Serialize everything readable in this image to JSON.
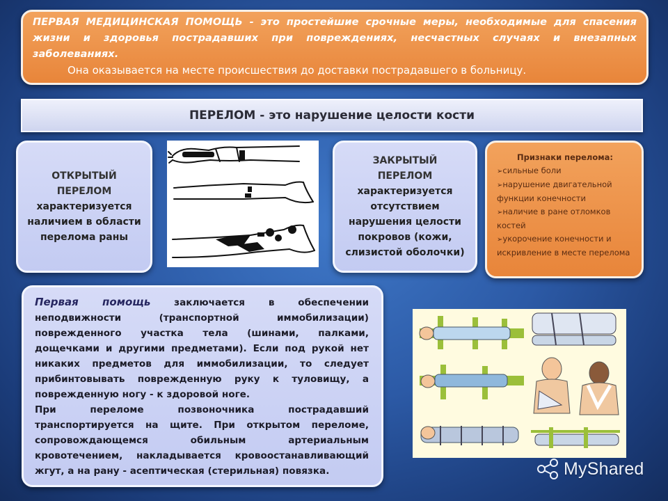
{
  "intro": {
    "lead": "ПЕРВАЯ МЕДИЦИНСКАЯ ПОМОЩЬ",
    "definition": " - это простейшие срочные меры, необходимые для спасения жизни и здоровья пострадавших при повреждениях, несчастных случаях и внезапных заболеваниях.",
    "note": "Она оказывается на месте происшествия до доставки пострадавшего в больницу."
  },
  "banner": {
    "lead": "ПЕРЕЛОМ",
    "text": " - это нарушение целости кости"
  },
  "open_fracture": {
    "title_line1": "ОТКРЫТЫЙ",
    "title_line2": "ПЕРЕЛОМ",
    "line1": "характеризуется",
    "line2": "наличием в области",
    "line3": "перелома раны"
  },
  "closed_fracture": {
    "title_line1": "ЗАКРЫТЫЙ",
    "title_line2": "ПЕРЕЛОМ",
    "line1": "характеризуется",
    "line2": "отсутствием",
    "line3": "нарушения целости",
    "line4": "покровов (кожи,",
    "line5": "слизистой оболочки)"
  },
  "signs": {
    "title": "Признаки перелома:",
    "items": [
      "сильные боли",
      "нарушение двигательной функции конечности",
      "наличие в ране отломков костей",
      "укорочение конечности и искривление в месте перелома"
    ]
  },
  "first_aid": {
    "lead": "Первая помощь",
    "p1": " заключается в обеспечении неподвижности (транспортной иммобилизации) поврежденного участка тела (шинами, палками, дощечками и другими предметами). Если под рукой нет никаких предметов для иммобилизации, то следует прибинтовывать поврежденную руку к туловищу, а поврежденную ногу - к здоровой ноге.",
    "p2": "При переломе позвоночника пострадавший транспортируется на щите. При открытом переломе, сопровождающемся обильным артериальным кровотечением, накладывается кровоостанавливающий жгут, а на рану - асептическая (стерильная) повязка."
  },
  "logo": {
    "text": "MyShared"
  },
  "colors": {
    "orange": "#e8853a",
    "lavender": "#c9d0f4",
    "background": "#2c5aa6"
  }
}
